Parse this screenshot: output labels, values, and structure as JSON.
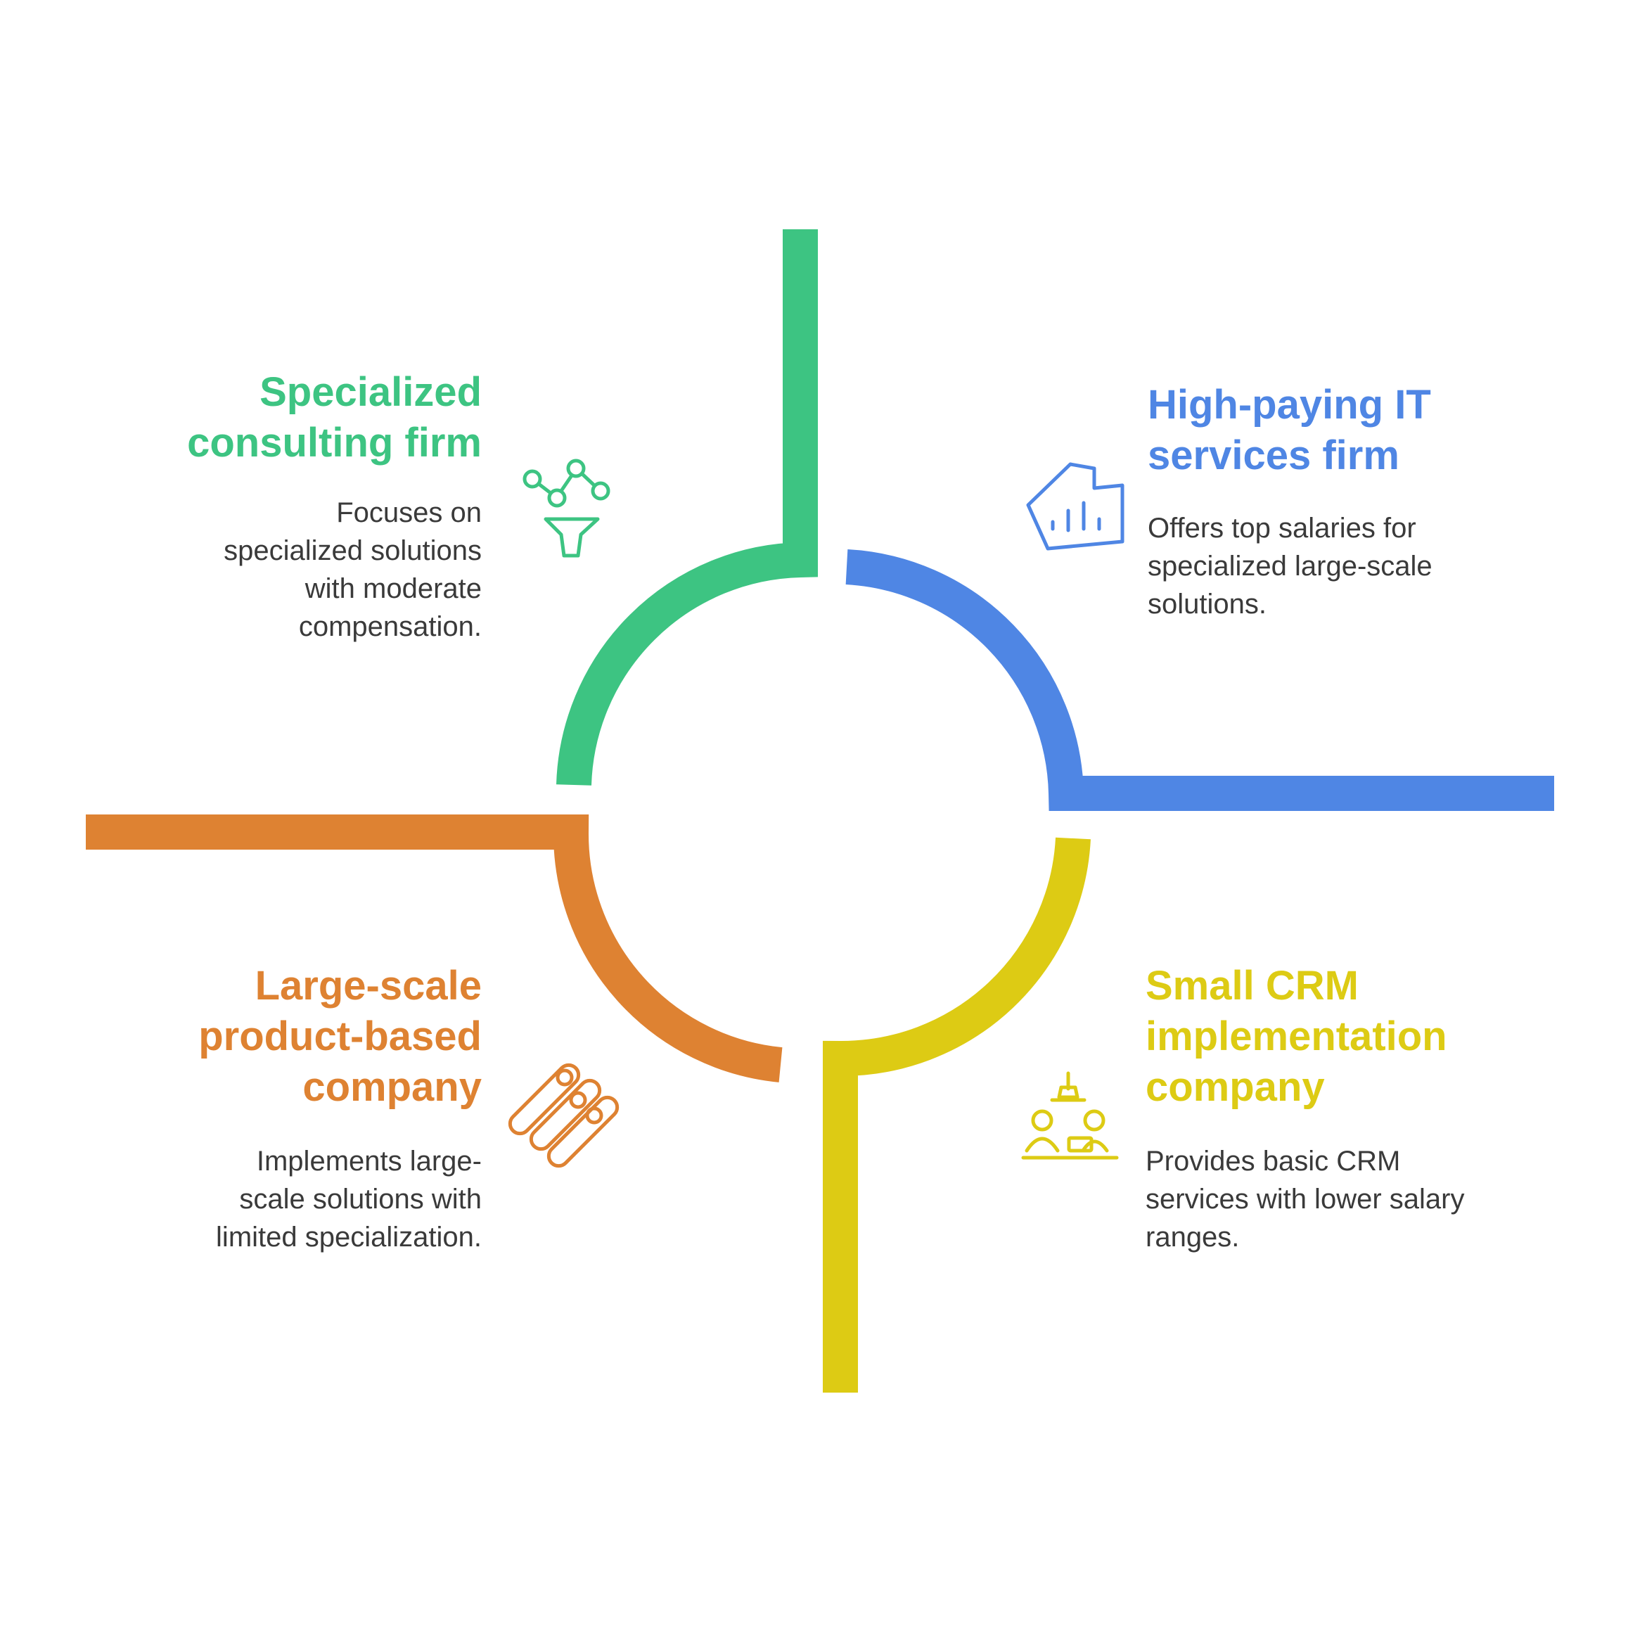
{
  "colors": {
    "green": "#3DC482",
    "blue": "#4F86E4",
    "orange": "#DE8232",
    "yellow": "#DDCB14",
    "text_dark": "#3a3a3a"
  },
  "quadrants": [
    {
      "id": "green",
      "title_lines": [
        "Specialized",
        "consulting firm"
      ],
      "description_lines": [
        "Focuses on",
        "specialized solutions",
        "with moderate",
        "compensation."
      ],
      "icon": "network-funnel-icon"
    },
    {
      "id": "blue",
      "title_lines": [
        "High-paying IT",
        "services firm"
      ],
      "description_lines": [
        "Offers top salaries for",
        "specialized large-scale",
        "solutions."
      ],
      "icon": "bar-chart-building-icon"
    },
    {
      "id": "orange",
      "title_lines": [
        "Large-scale",
        "product-based",
        "company"
      ],
      "description_lines": [
        "Implements large-",
        "scale solutions with",
        "limited specialization."
      ],
      "icon": "stacked-pipes-icon"
    },
    {
      "id": "yellow",
      "title_lines": [
        "Small CRM",
        "implementation",
        "company"
      ],
      "description_lines": [
        "Provides basic CRM",
        "services with lower salary",
        "ranges."
      ],
      "icon": "team-workstation-icon"
    }
  ]
}
